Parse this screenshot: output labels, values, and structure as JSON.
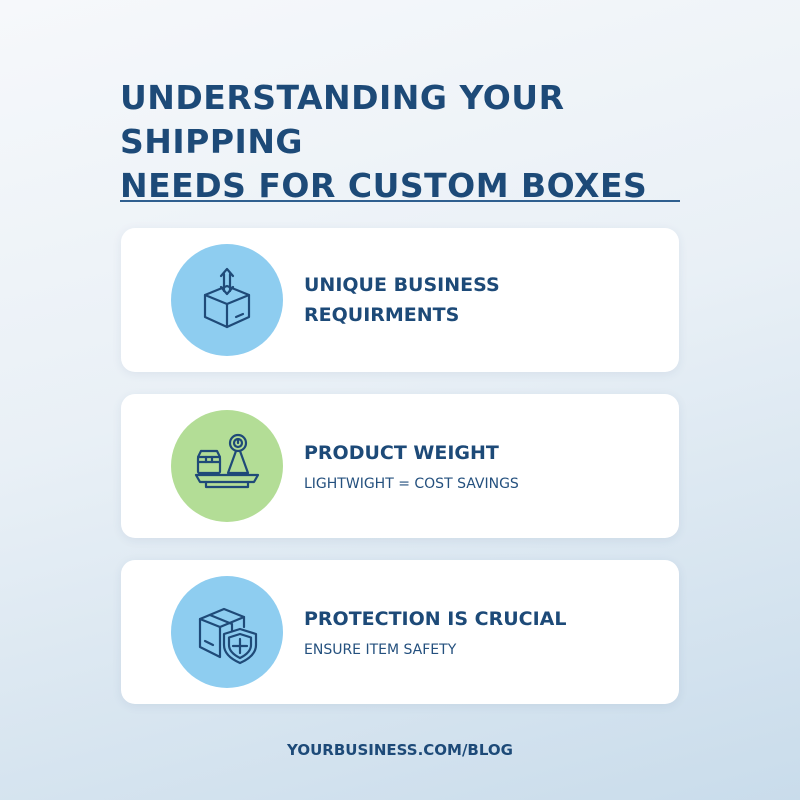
{
  "title": {
    "line1": "UNDERSTANDING YOUR SHIPPING",
    "line2": "NEEDS FOR CUSTOM BOXES"
  },
  "cards": [
    {
      "title_line1": "UNIQUE BUSINESS",
      "title_line2": "REQUIRMENTS",
      "subtitle": "",
      "icon": "box-up-arrow-icon",
      "circle_color": "#8ecdf0"
    },
    {
      "title_line1": "PRODUCT WEIGHT",
      "title_line2": "",
      "subtitle": "LIGHTWIGHT = COST SAVINGS",
      "icon": "weighing-scale-icon",
      "circle_color": "#b3dd96"
    },
    {
      "title_line1": "PROTECTION IS CRUCIAL",
      "title_line2": "",
      "subtitle": "ENSURE ITEM SAFETY",
      "icon": "box-shield-icon",
      "circle_color": "#8ecdf0"
    }
  ],
  "footer": "YOURBUSINESS.COM/BLOG",
  "colors": {
    "primary": "#1d4a78",
    "icon_stroke": "#1f4a78"
  }
}
